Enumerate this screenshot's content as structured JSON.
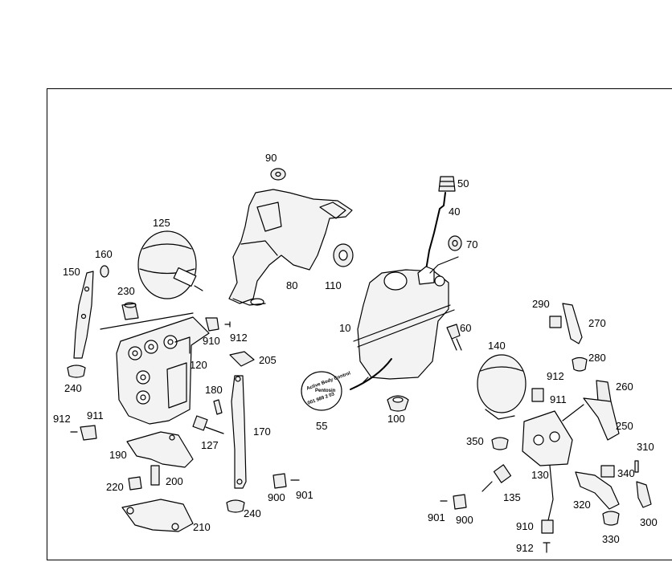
{
  "diagram": {
    "callouts": {
      "c90": "90",
      "c50": "50",
      "c40": "40",
      "c70": "70",
      "c125": "125",
      "c160": "160",
      "c150": "150",
      "c230": "230",
      "c80": "80",
      "c110": "110",
      "c10": "10",
      "c60": "60",
      "c290": "290",
      "c270": "270",
      "c910a": "910",
      "c912a": "912",
      "c140": "140",
      "c280": "280",
      "c205": "205",
      "c120": "120",
      "c240a": "240",
      "c912b": "912",
      "c260": "260",
      "c911a": "911",
      "c180": "180",
      "c55": "55",
      "c100": "100",
      "c912c": "912",
      "c911b": "911",
      "c170": "170",
      "c250": "250",
      "c127": "127",
      "c350": "350",
      "c310": "310",
      "c190": "190",
      "c340": "340",
      "c130": "130",
      "c220": "220",
      "c200": "200",
      "c900a": "900",
      "c901a": "901",
      "c135": "135",
      "c240b": "240",
      "c320": "320",
      "c901b": "901",
      "c900b": "900",
      "c210": "210",
      "c910b": "910",
      "c300": "300",
      "c330": "330",
      "c912d": "912"
    },
    "badge": {
      "line1": "Active Body Control",
      "line2": "001 989 2 03",
      "line3": "Pentosin"
    }
  }
}
